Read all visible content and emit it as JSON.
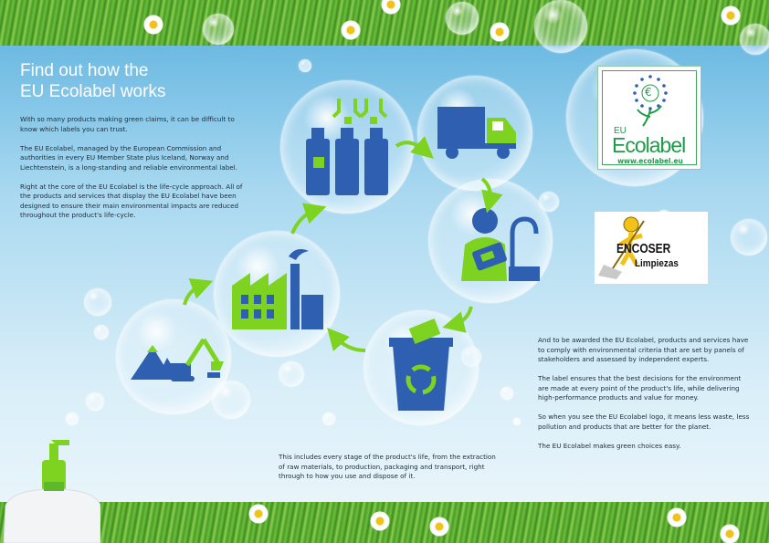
{
  "headline": {
    "line1": "Find out how the",
    "line2": "EU Ecolabel works"
  },
  "intro": [
    "With so many products making green claims, it can be difficult to know which labels you can trust.",
    "The EU Ecolabel, managed by the European Commission and authorities in every EU Member State plus Iceland, Norway and Liechtenstein, is a long-standing and reliable environmental label.",
    "Right at the core of the EU Ecolabel is the life-cycle approach. All of the products and services that display the EU Ecolabel have been designed to ensure their main environmental impacts are reduced throughout the product's life-cycle."
  ],
  "lifecycle_caption": "This includes every stage of the product's life, from the extraction of raw materials, to production, packaging and transport, right through to how you use and dispose of it.",
  "right_text": [
    "And to be awarded the EU Ecolabel, products and services have to comply with environmental criteria that are set by panels of stakeholders and assessed by independent experts.",
    "The label ensures that the best decisions for the environment are made at every point of the product's life, while delivering high-performance products and value for money.",
    "So when you see the EU Ecolabel logo, it means less waste, less pollution and products that are better for the planet.",
    "The EU Ecolabel makes green choices easy."
  ],
  "ecolabel_logo": {
    "eu": "EU",
    "name": "Ecolabel",
    "url": "www.ecolabel.eu",
    "euro_symbol": "€"
  },
  "encoser": {
    "name": "ENCOSER",
    "subtitle": "Limpiezas"
  },
  "colors": {
    "icon_blue": "#2e5fb0",
    "icon_green": "#7ed321",
    "label_green": "#1e9b4a",
    "sky": "#5ab0de"
  },
  "icons": [
    "extraction-icon",
    "factory-icon",
    "packaging-icon",
    "transport-truck-icon",
    "use-cleaning-icon",
    "recycling-bin-icon"
  ]
}
